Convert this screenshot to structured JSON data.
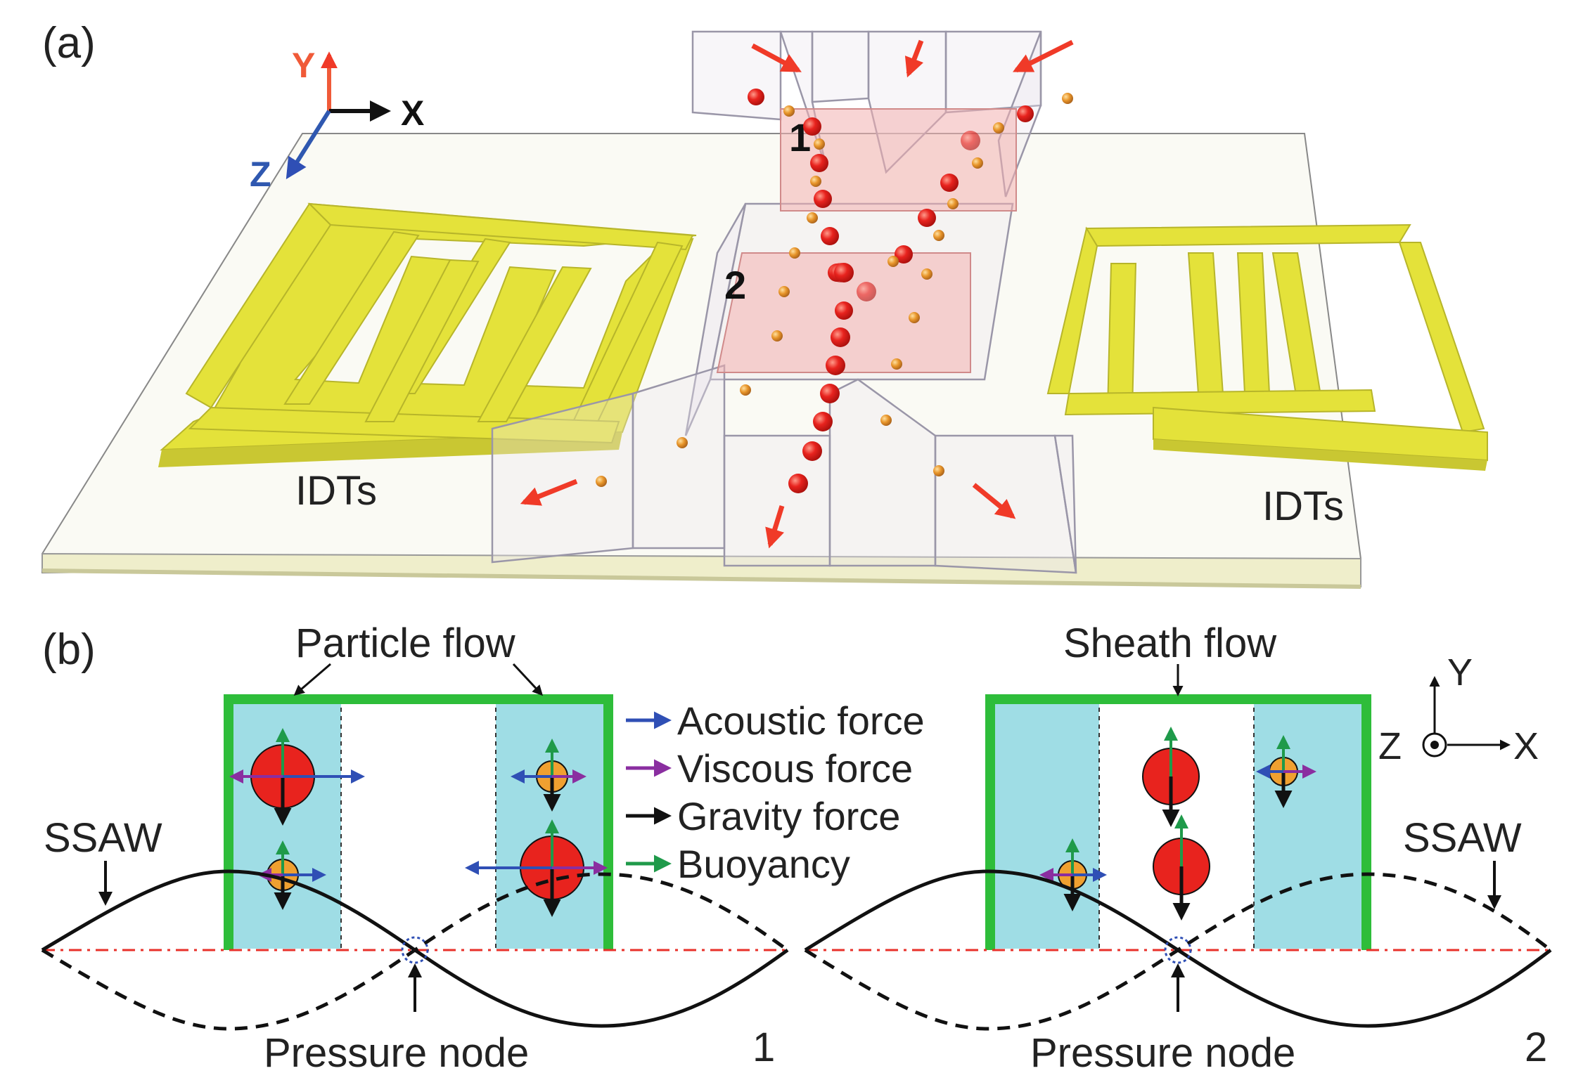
{
  "panel_a": {
    "label": "(a)",
    "axes": {
      "y": "Y",
      "x": "X",
      "z": "Z"
    },
    "idt_left_label": "IDTs",
    "idt_right_label": "IDTs",
    "region_1": "1",
    "region_2": "2"
  },
  "panel_b": {
    "label": "(b)",
    "left": {
      "title": "Particle flow",
      "ssaw_label": "SSAW",
      "pressure_node_label": "Pressure node",
      "index": "1"
    },
    "right": {
      "title": "Sheath flow",
      "ssaw_label": "SSAW",
      "pressure_node_label": "Pressure node",
      "index": "2"
    },
    "legend": [
      {
        "label": "Acoustic force",
        "color": "#2f4fb5"
      },
      {
        "label": "Viscous force",
        "color": "#8a2ea0"
      },
      {
        "label": "Gravity force",
        "color": "#111111"
      },
      {
        "label": "Buoyancy",
        "color": "#1f9a4a"
      }
    ],
    "axes": {
      "y": "Y",
      "z": "Z",
      "x": "X"
    }
  },
  "colors": {
    "idt_gold": "#e4e23a",
    "channel_green": "#2ebd3a",
    "channel_fluid": "#9fdde5",
    "particle_red": "#e8231e",
    "particle_orange": "#f0a030",
    "arrow_red": "#f03a28",
    "node_line": "#e8302a"
  }
}
